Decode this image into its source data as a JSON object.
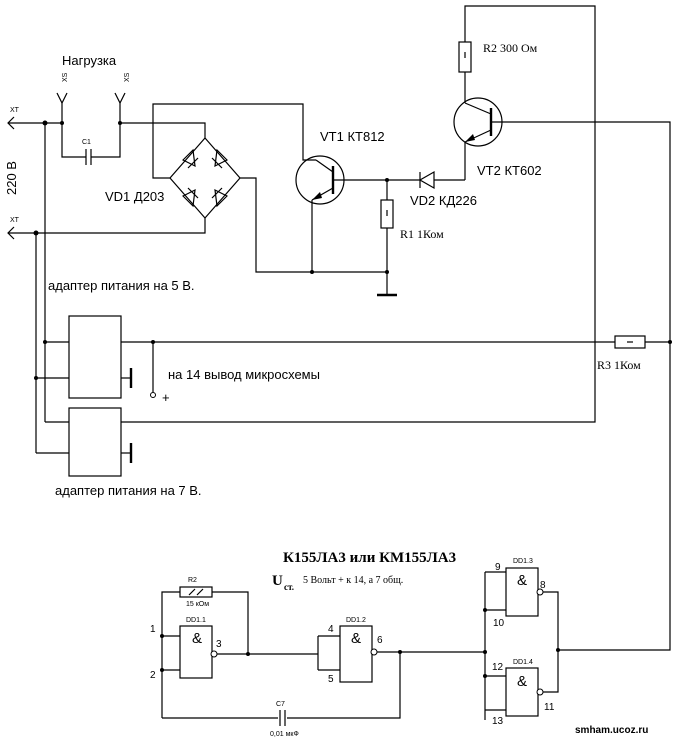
{
  "labels": {
    "load": "Нагрузка",
    "xs_left": "ХS",
    "xs_right": "ХS",
    "xt_top": "ХТ",
    "xt_bottom": "ХТ",
    "mains": "220 В",
    "c1": "C1",
    "vd1": "VD1 Д203",
    "vt1": "VT1 КТ812",
    "vt2": "VT2 КТ602",
    "vd2": "VD2 КД226",
    "r1": "R1 1Ком",
    "r2": "R2 300 Ом",
    "r3": "R3 1Ком",
    "adapter5": "адаптер питания на 5 В.",
    "adapter7": "адаптер питания на 7 В.",
    "pin14": "на 14 вывод микросхемы",
    "plus": "+"
  },
  "logic": {
    "title": "К155ЛА3 или КМ155ЛА3",
    "u_main": "U",
    "u_sub": "ст.",
    "supply_note": "5 Вольт + к 14, а 7 общ.",
    "r2_name": "R2",
    "r2_value": "15 кОм",
    "c7_name": "C7",
    "c7_value": "0,01 мкФ",
    "gates": [
      {
        "name": "DD1.1",
        "symbol": "&"
      },
      {
        "name": "DD1.2",
        "symbol": "&"
      },
      {
        "name": "DD1.3",
        "symbol": "&"
      },
      {
        "name": "DD1.4",
        "symbol": "&"
      }
    ],
    "pins": [
      "1",
      "2",
      "3",
      "4",
      "5",
      "6",
      "9",
      "8",
      "10",
      "12",
      "13",
      "11"
    ]
  },
  "watermark": "smham.ucoz.ru"
}
